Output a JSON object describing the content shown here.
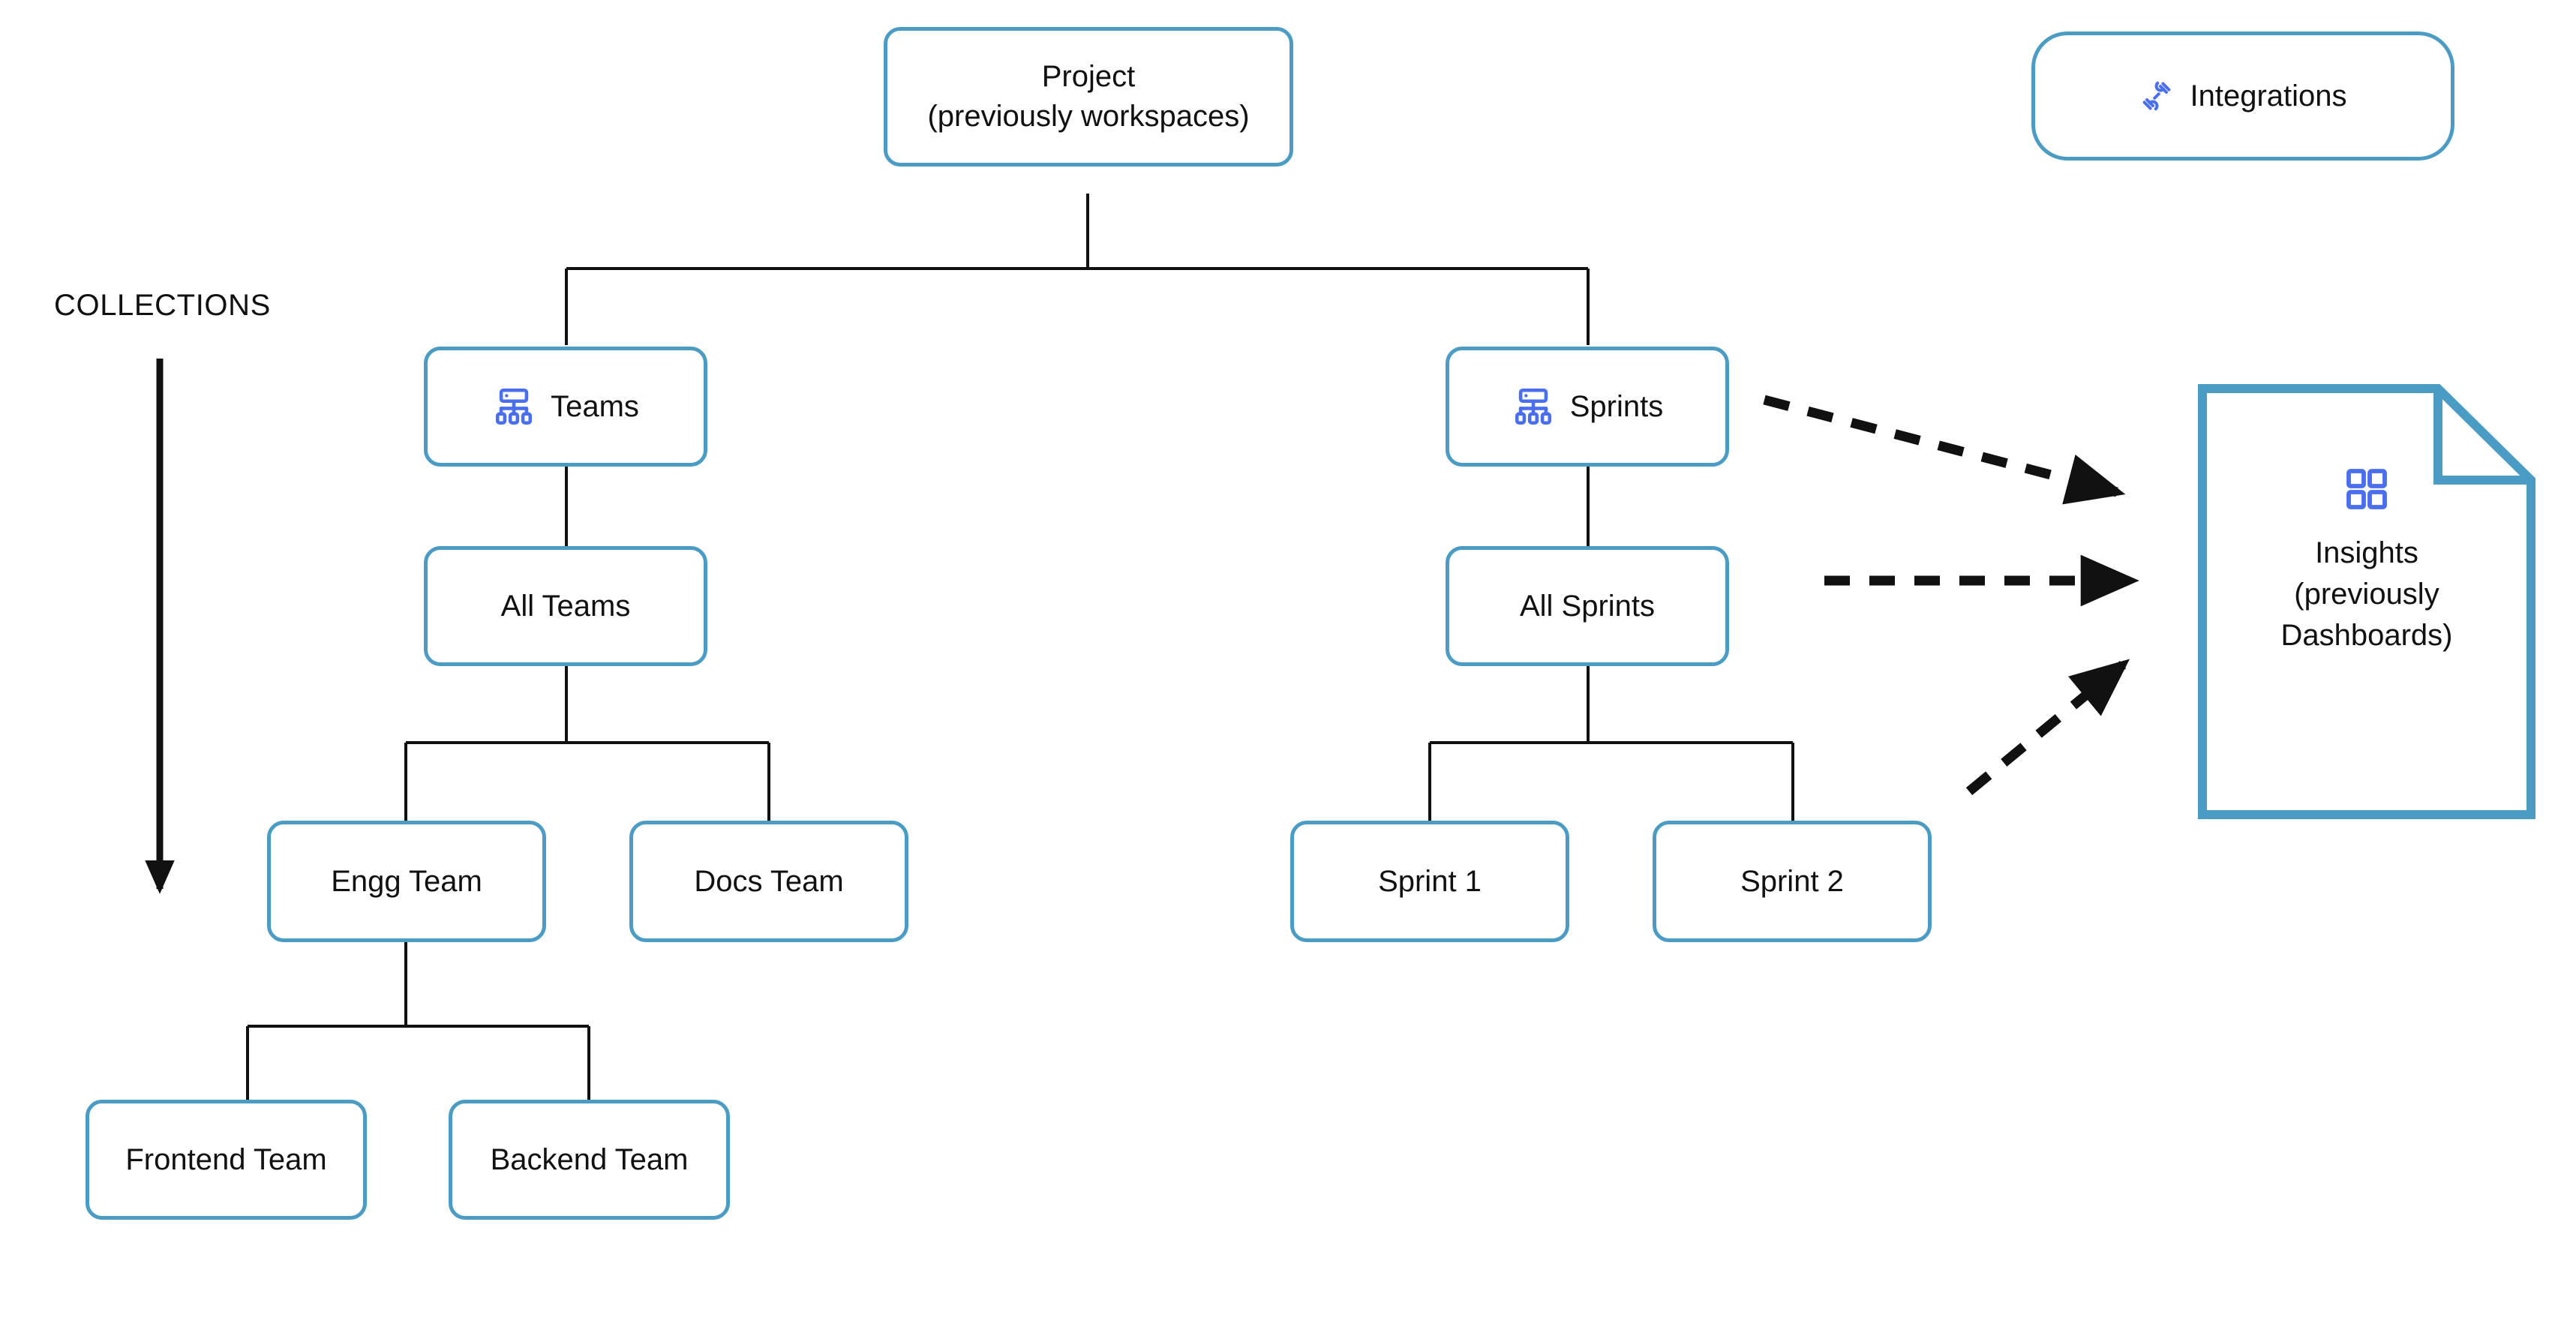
{
  "diagram": {
    "section_label": "COLLECTIONS",
    "accent_color": "#4a9cc4",
    "icon_color": "#4a6ef0",
    "edge_color": "#111111",
    "nodes": {
      "project": {
        "label": "Project\n(previously workspaces)"
      },
      "teams": {
        "label": "Teams",
        "icon": "hierarchy-icon"
      },
      "sprints": {
        "label": "Sprints",
        "icon": "hierarchy-icon"
      },
      "all_teams": {
        "label": "All Teams"
      },
      "all_sprints": {
        "label": "All Sprints"
      },
      "engg_team": {
        "label": "Engg Team"
      },
      "docs_team": {
        "label": "Docs Team"
      },
      "sprint_1": {
        "label": "Sprint 1"
      },
      "sprint_2": {
        "label": "Sprint 2"
      },
      "frontend_team": {
        "label": "Frontend Team"
      },
      "backend_team": {
        "label": "Backend Team"
      },
      "integrations": {
        "label": "Integrations",
        "icon": "plug-icon"
      },
      "insights": {
        "label": "Insights\n(previously\nDashboards)",
        "icon": "dashboard-grid-icon"
      }
    }
  }
}
